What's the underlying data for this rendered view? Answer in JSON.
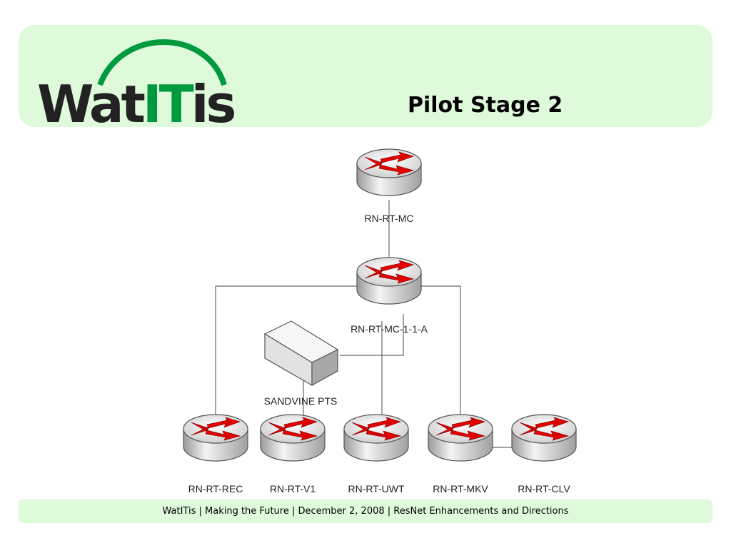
{
  "header": {
    "logo_text": "WatITis",
    "title": "Pilot Stage 2"
  },
  "diagram": {
    "nodes": {
      "mc": "RN-RT-MC",
      "mc_1_1_a": "RN-RT-MC-1-1-A",
      "sandvine": "SANDVINE PTS",
      "rec": "RN-RT-REC",
      "v1": "RN-RT-V1",
      "uwt": "RN-RT-UWT",
      "mkv": "RN-RT-MKV",
      "clv": "RN-RT-CLV"
    }
  },
  "footer": {
    "text": "WatITis | Making the Future | December 2, 2008 | ResNet Enhancements and Directions"
  },
  "colors": {
    "panel": "#dffadb",
    "brand_green": "#009a3e",
    "arrow_red": "#e10000"
  }
}
